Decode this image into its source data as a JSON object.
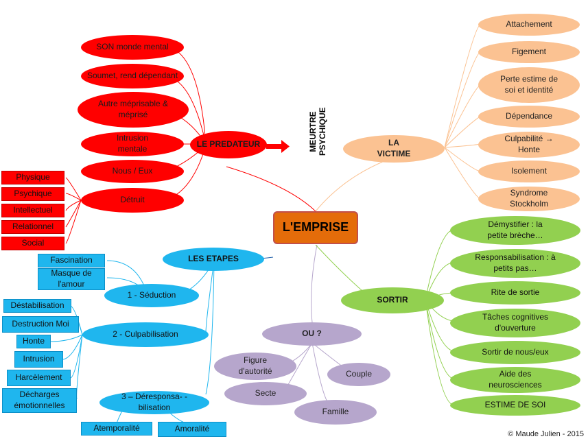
{
  "center": "L'EMPRISE",
  "predator": {
    "label": "LE PREDATEUR",
    "items": [
      "SON monde mental",
      "Soumet, rend dépendant",
      "Autre méprisable & méprisé",
      "Intrusion mentale",
      "Nous / Eux",
      "Détruit"
    ],
    "detruit_items": [
      "Physique",
      "Psychique",
      "Intellectuel",
      "Relationnel",
      "Social"
    ]
  },
  "arrow_label": "MEURTRE PSYCHIQUE",
  "victim": {
    "label": "LA VICTIME",
    "items": [
      "Attachement",
      "Figement",
      "Perte estime de soi et identité",
      "Dépendance",
      "Culpabilité → Honte",
      "Isolement",
      "Syndrome Stockholm"
    ]
  },
  "etapes": {
    "label": "LES ETAPES",
    "seduction": {
      "label": "1 - Séduction",
      "items": [
        "Fascination",
        "Masque de l'amour"
      ]
    },
    "culpabilisation": {
      "label": "2 - Culpabilisation",
      "items": [
        "Déstabilisation",
        "Destruction Moi",
        "Honte",
        "Intrusion",
        "Harcèlement",
        "Décharges émotionnelles"
      ]
    },
    "deresponsabilisation": {
      "label": "3 – Déresponsa- -bilisation",
      "items": [
        "Atemporalité",
        "Amoralité"
      ]
    }
  },
  "ou": {
    "label": "OU ?",
    "items": [
      "Figure d'autorité",
      "Couple",
      "Secte",
      "Famille"
    ]
  },
  "sortir": {
    "label": "SORTIR",
    "items": [
      "Démystifier : la petite brèche…",
      "Responsabilisation : à petits pas…",
      "Rite de sortie",
      "Tâches cognitives d'ouverture",
      "Sortir de nous/eux",
      "Aide des neurosciences",
      "ESTIME DE SOI"
    ]
  },
  "credit": "© Maude Julien - 2015",
  "colors": {
    "predator": "#ff0000",
    "victim": "#fbc292",
    "sortir": "#92d050",
    "etapes": "#1fb6ee",
    "ou": "#b6a6cc",
    "center": "#e46c0a"
  }
}
